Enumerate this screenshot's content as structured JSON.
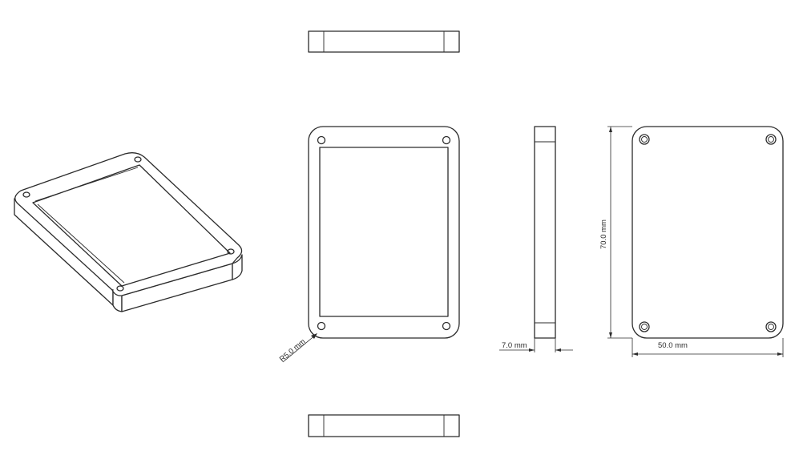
{
  "dimensions": {
    "radius_label": "R5.0 mm",
    "thickness_label": "7.0 mm",
    "height_label": "70.0 mm",
    "width_label": "50.0 mm"
  }
}
